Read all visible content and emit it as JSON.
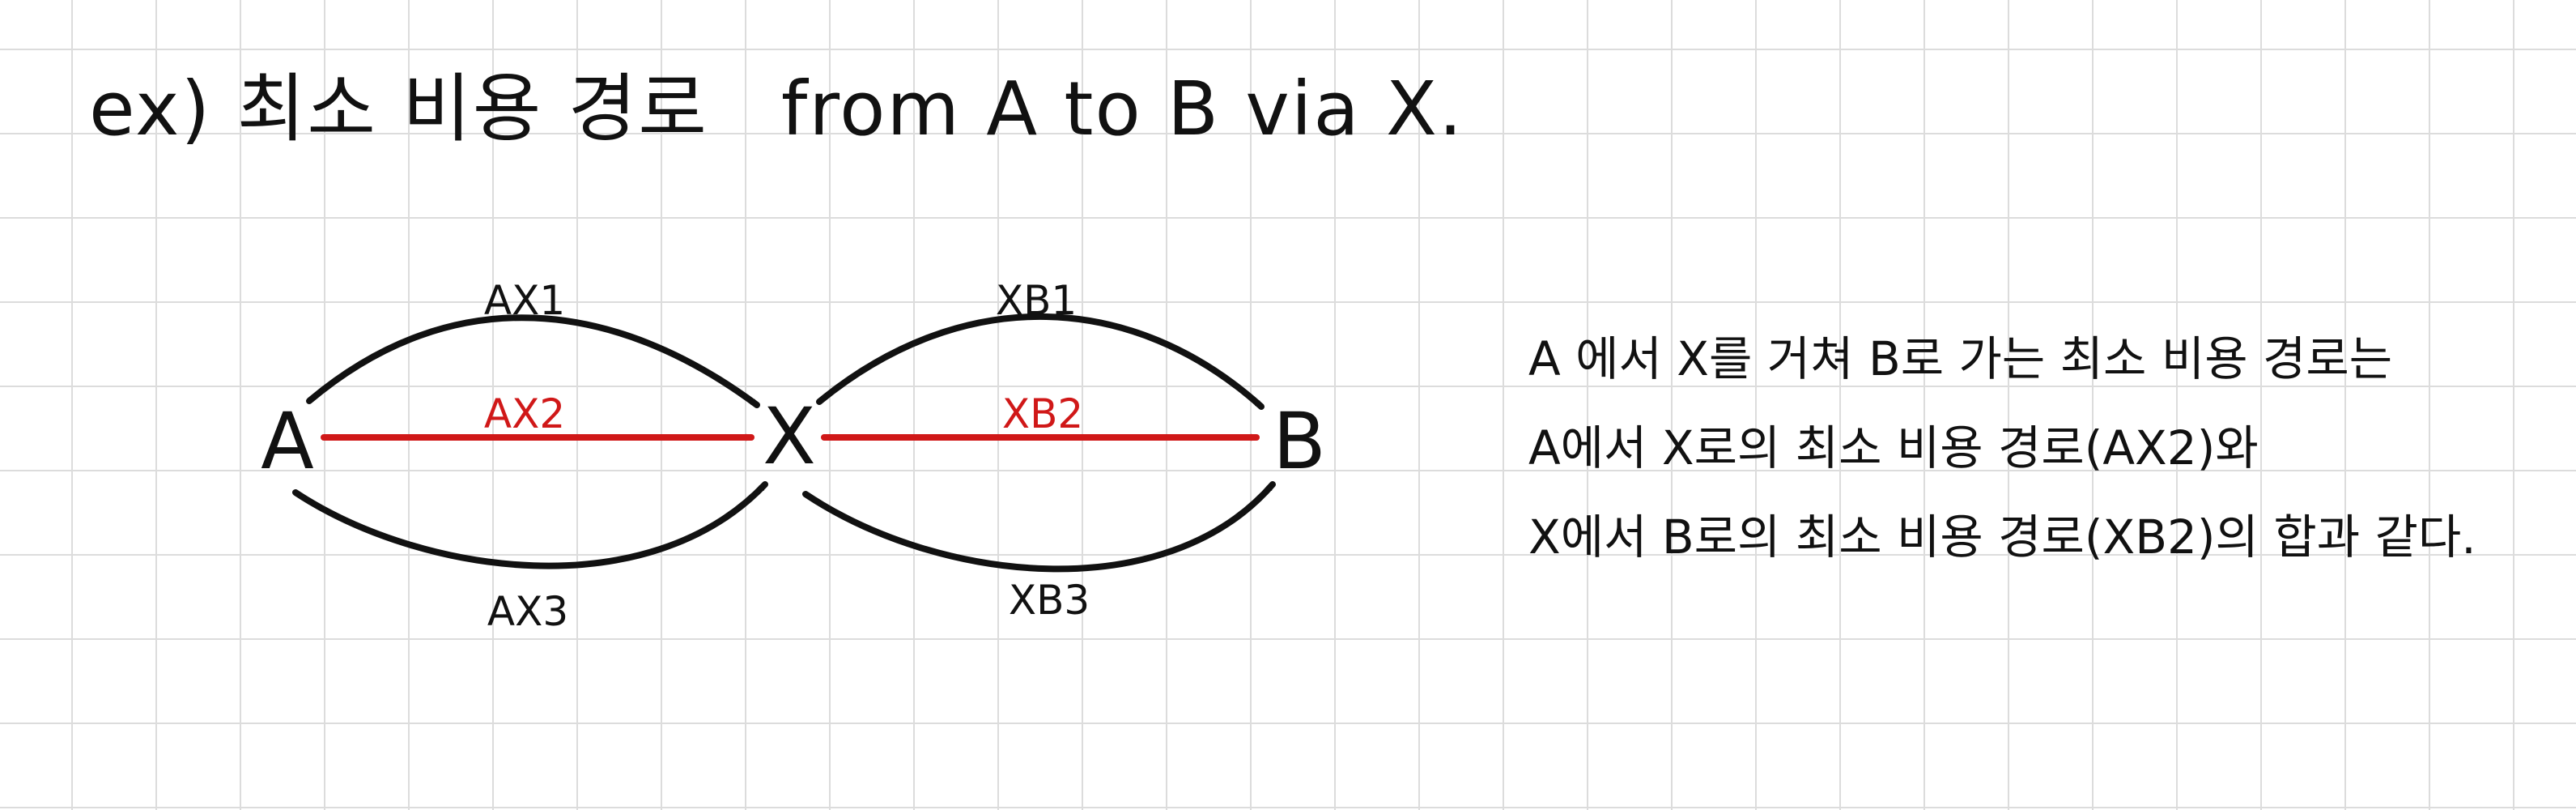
{
  "title": {
    "prefix": "ex) 최소 비용 경로",
    "rest": "from A to B via X."
  },
  "nodes": {
    "a": "A",
    "x": "X",
    "b": "B"
  },
  "edges": {
    "ax1": "AX1",
    "ax2": "AX2",
    "ax3": "AX3",
    "xb1": "XB1",
    "xb2": "XB2",
    "xb3": "XB3"
  },
  "notes": [
    "A 에서  X를 거쳐 B로 가는 최소 비용 경로는",
    "A에서  X로의 최소 비용 경로(AX2)와",
    "X에서  B로의 최소 비용 경로(XB2)의 합과  같다."
  ],
  "colors": {
    "ink": "#111111",
    "highlight": "#d01818",
    "grid": "#dcdcdc"
  }
}
